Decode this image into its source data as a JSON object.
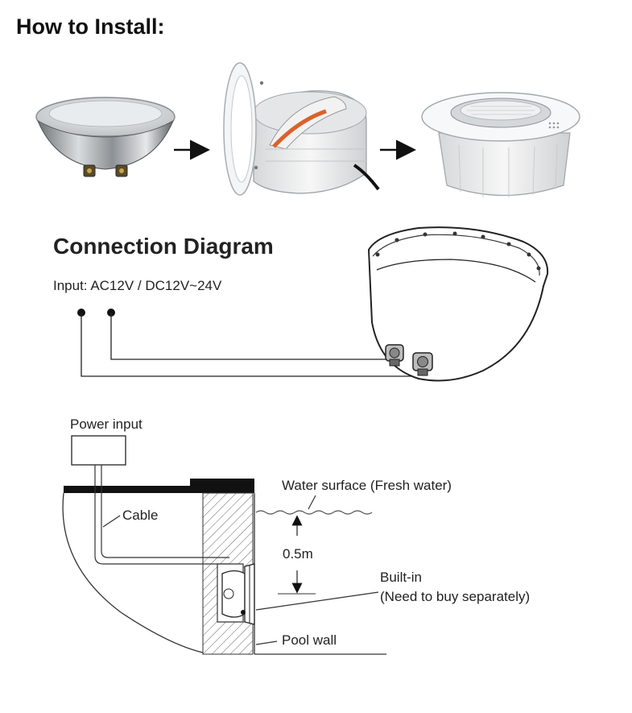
{
  "install": {
    "title": "How to Install:"
  },
  "connection": {
    "title": "Connection Diagram",
    "input_label": "Input: AC12V / DC12V~24V"
  },
  "pool_diagram": {
    "power_input": "Power input",
    "cable": "Cable",
    "water_surface": "Water surface (Fresh water)",
    "depth": "0.5m",
    "built_in": "Built-in",
    "built_in_note": "(Need to buy separately)",
    "pool_wall": "Pool wall"
  }
}
